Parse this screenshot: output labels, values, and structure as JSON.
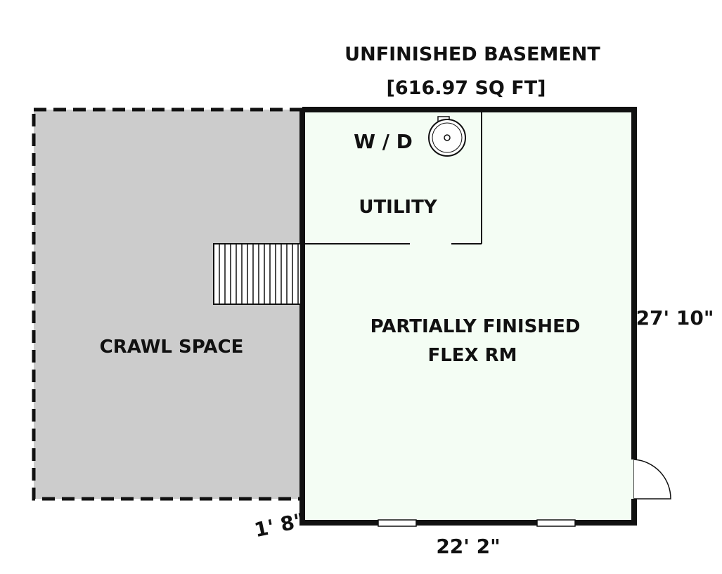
{
  "title": "UNFINISHED BASEMENT",
  "subtitle": "[616.97 SQ FT]",
  "rooms": {
    "crawl_space": "CRAWL SPACE",
    "utility": "UTILITY",
    "flex_line1": "PARTIALLY FINISHED",
    "flex_line2": "FLEX RM"
  },
  "fixtures": {
    "washer_dryer": "W / D"
  },
  "dimensions": {
    "right": "27' 10\"",
    "bottom": "22' 2\"",
    "offset": "1' 8\""
  },
  "colors": {
    "crawl_fill": "#cccccc",
    "flex_fill": "#f4fdf4",
    "wall": "#111111"
  }
}
